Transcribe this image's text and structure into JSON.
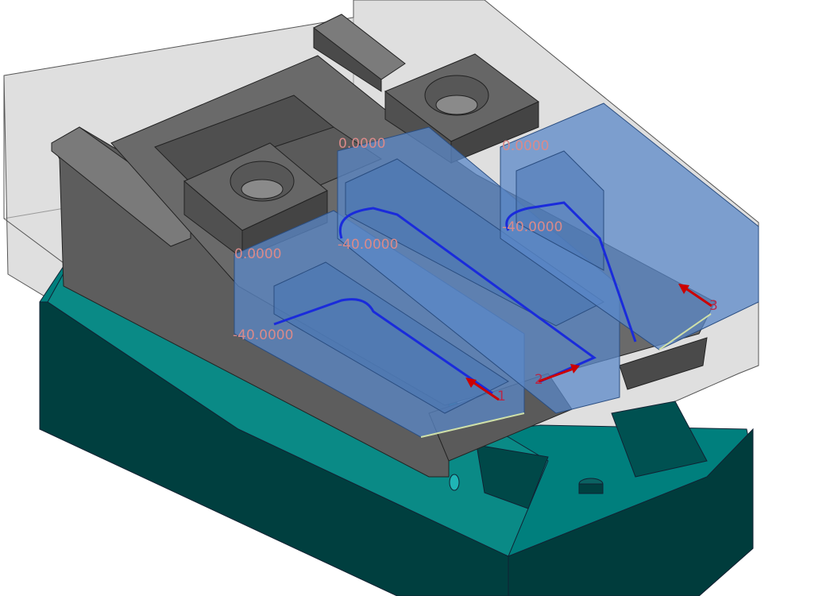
{
  "colors": {
    "background": "#ffffff",
    "fixture_base": "#007f7d",
    "fixture_base_dark": "#003f3f",
    "fixture_base_top": "#1c7575",
    "vise_part": "#5d5d5d",
    "vise_part_light": "#7a7a7a",
    "machining_region": "#5b88c8",
    "toolpath": "#1a2bdb",
    "marker_arrow": "#cc0000",
    "stock_box": "#d9d9d9"
  },
  "depth_labels": [
    "0.0000",
    "-40.0000",
    "0.0000",
    "-40.0000",
    "0.0000",
    "-40.0000"
  ],
  "start_markers": [
    "1",
    "2",
    "3"
  ]
}
